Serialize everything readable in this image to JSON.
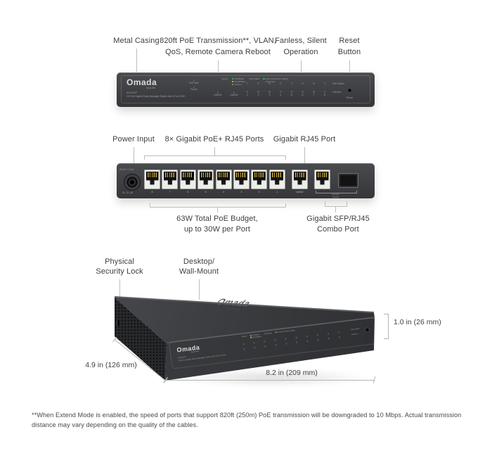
{
  "front": {
    "callouts": {
      "c1": "Metal Casing",
      "c2a": "820ft PoE Transmission**, VLAN,",
      "c2b": "QoS, Remote Camera Reboot",
      "c3a": "Fanless, Silent",
      "c3b": "Operation",
      "c4a": "Reset",
      "c4b": "Button"
    },
    "panel": {
      "brand": "Omada",
      "brand_sub": "by tp-link",
      "model": "ES210GP",
      "desc": "10-Port Gigabit Easy Managed Switch with 8-Port PoE+",
      "legend_speed": "Speed:",
      "speed_items": [
        "1000Mbps",
        "10/100Mbps",
        "Link/Act"
      ],
      "legend_poe": "PoE Status",
      "poe_item_a": "Abnormal Power Supply",
      "poe_item_b": "PoE Fault",
      "col_poemax": "PoE Max",
      "col_power": "Power",
      "col_uplink1": "Uplink1",
      "col_uplink2": "Uplink2",
      "port_leds": [
        "1",
        "2",
        "3",
        "4",
        "5",
        "6",
        "7",
        "8"
      ],
      "row_top": "PoE Status",
      "row_bottom": "Link/Act",
      "reset": "Reset"
    }
  },
  "rear": {
    "callouts": {
      "power": "Power Input",
      "poe_ports": "8× Gigabit PoE+ RJ45 Ports",
      "gig_port": "Gigabit RJ45 Port",
      "budget_a": "63W Total PoE Budget,",
      "budget_b": "up to 30W per Port",
      "combo_a": "Gigabit SFP/RJ45",
      "combo_b": "Combo Port"
    },
    "power_spec": "53.5V⎓1.31A",
    "polarity": "⊖–⊙–⊕",
    "port_numbers": [
      "8",
      "7",
      "6",
      "5",
      "4",
      "3",
      "2",
      "1"
    ],
    "uplink2": "Uplink2",
    "combo_bracket_a": "Uplink1",
    "combo_bracket_b": "Combo"
  },
  "iso": {
    "callouts": {
      "lock_a": "Physical",
      "lock_b": "Security Lock",
      "mount_a": "Desktop/",
      "mount_b": "Wall-Mount"
    },
    "dims": {
      "height": "1.0 in (26 mm)",
      "depth": "4.9 in (126 mm)",
      "width": "8.2 in (209 mm)"
    }
  },
  "footnote": "**When Extend Mode is enabled, the speed of ports that support 820ft (250m) PoE transmission will be downgraded to 10 Mbps. Actual transmission distance may vary depending on the quality of the cables.",
  "colors": {
    "device_body": "#3e3f42",
    "led_green": "#45a85c",
    "led_amber": "#dfa13b",
    "port_gold": "#c9a83f",
    "callout_line": "#bdbdbd",
    "label_text": "#3f3f3f"
  }
}
